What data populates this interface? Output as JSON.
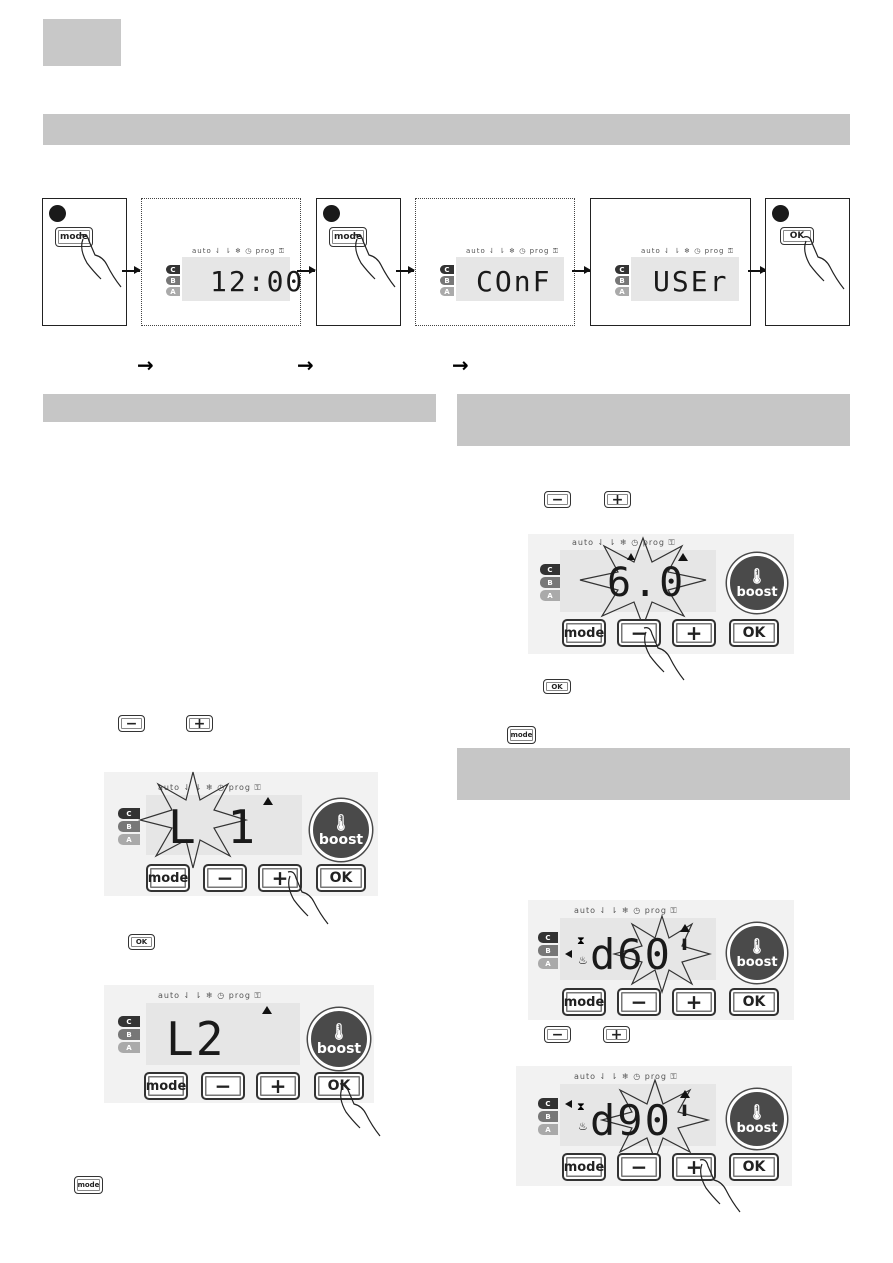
{
  "header": {
    "corner_block": "",
    "band": ""
  },
  "flow": {
    "step_labels": [
      "",
      "",
      ""
    ],
    "buttons": {
      "mode": "mode",
      "ok": "OK"
    },
    "screens": [
      "12:00",
      "COnF",
      "USEr"
    ],
    "lcd_icons": "auto  ⇃ ⇂ ❄ ◷ prog ⚿",
    "abc": [
      "C",
      "B",
      "A"
    ]
  },
  "arrows_row": [
    "→",
    "→",
    "→"
  ],
  "left": {
    "mini_minus": "−",
    "mini_plus": "+",
    "mini_ok": "OK",
    "mini_mode": "mode",
    "device1": {
      "display": "L 1",
      "buttons": [
        "mode",
        "−",
        "+",
        "OK"
      ],
      "boost": "boost"
    },
    "device2": {
      "display": "L2",
      "buttons": [
        "mode",
        "−",
        "+",
        "OK"
      ],
      "boost": "boost"
    }
  },
  "right": {
    "mini_minus": "−",
    "mini_plus": "+",
    "mini_ok": "OK",
    "mini_mode": "mode",
    "device1": {
      "display": "6.0",
      "buttons": [
        "mode",
        "−",
        "+",
        "OK"
      ],
      "boost": "boost"
    },
    "device2": {
      "display": "d60'",
      "buttons": [
        "mode",
        "−",
        "+",
        "OK"
      ],
      "boost": "boost"
    },
    "device3": {
      "display": "d90'",
      "buttons": [
        "mode",
        "−",
        "+",
        "OK"
      ],
      "boost": "boost"
    }
  },
  "colors": {
    "band": "#c6c6c6",
    "lcd": "#e6e6e6",
    "boost": "#4a4a4a",
    "abc": [
      "#333333",
      "#777777",
      "#aaaaaa"
    ]
  }
}
